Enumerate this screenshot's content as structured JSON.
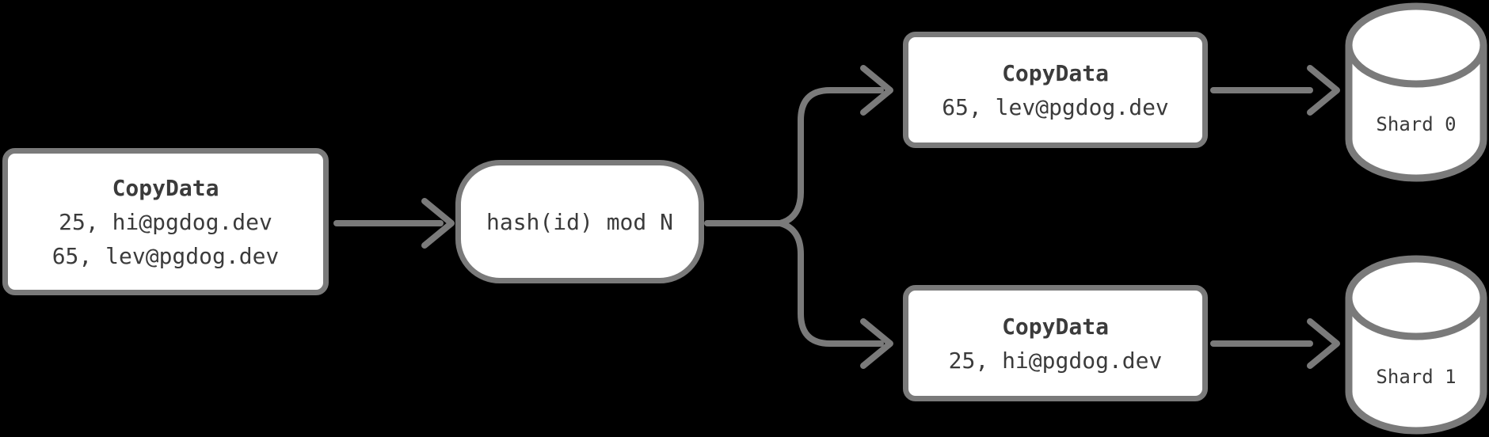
{
  "colors": {
    "background": "#000000",
    "stroke": "#7a7a7a",
    "node_fill": "#ffffff",
    "text": "#3b3b3b"
  },
  "nodes": {
    "source": {
      "title": "CopyData",
      "rows": [
        "25, hi@pgdog.dev",
        "65, lev@pgdog.dev"
      ]
    },
    "hash": {
      "label": "hash(id) mod N"
    },
    "shard0_copy": {
      "title": "CopyData",
      "rows": [
        "65, lev@pgdog.dev"
      ]
    },
    "shard1_copy": {
      "title": "CopyData",
      "rows": [
        "25, hi@pgdog.dev"
      ]
    },
    "shard0_db": {
      "label": "Shard 0"
    },
    "shard1_db": {
      "label": "Shard 1"
    }
  }
}
